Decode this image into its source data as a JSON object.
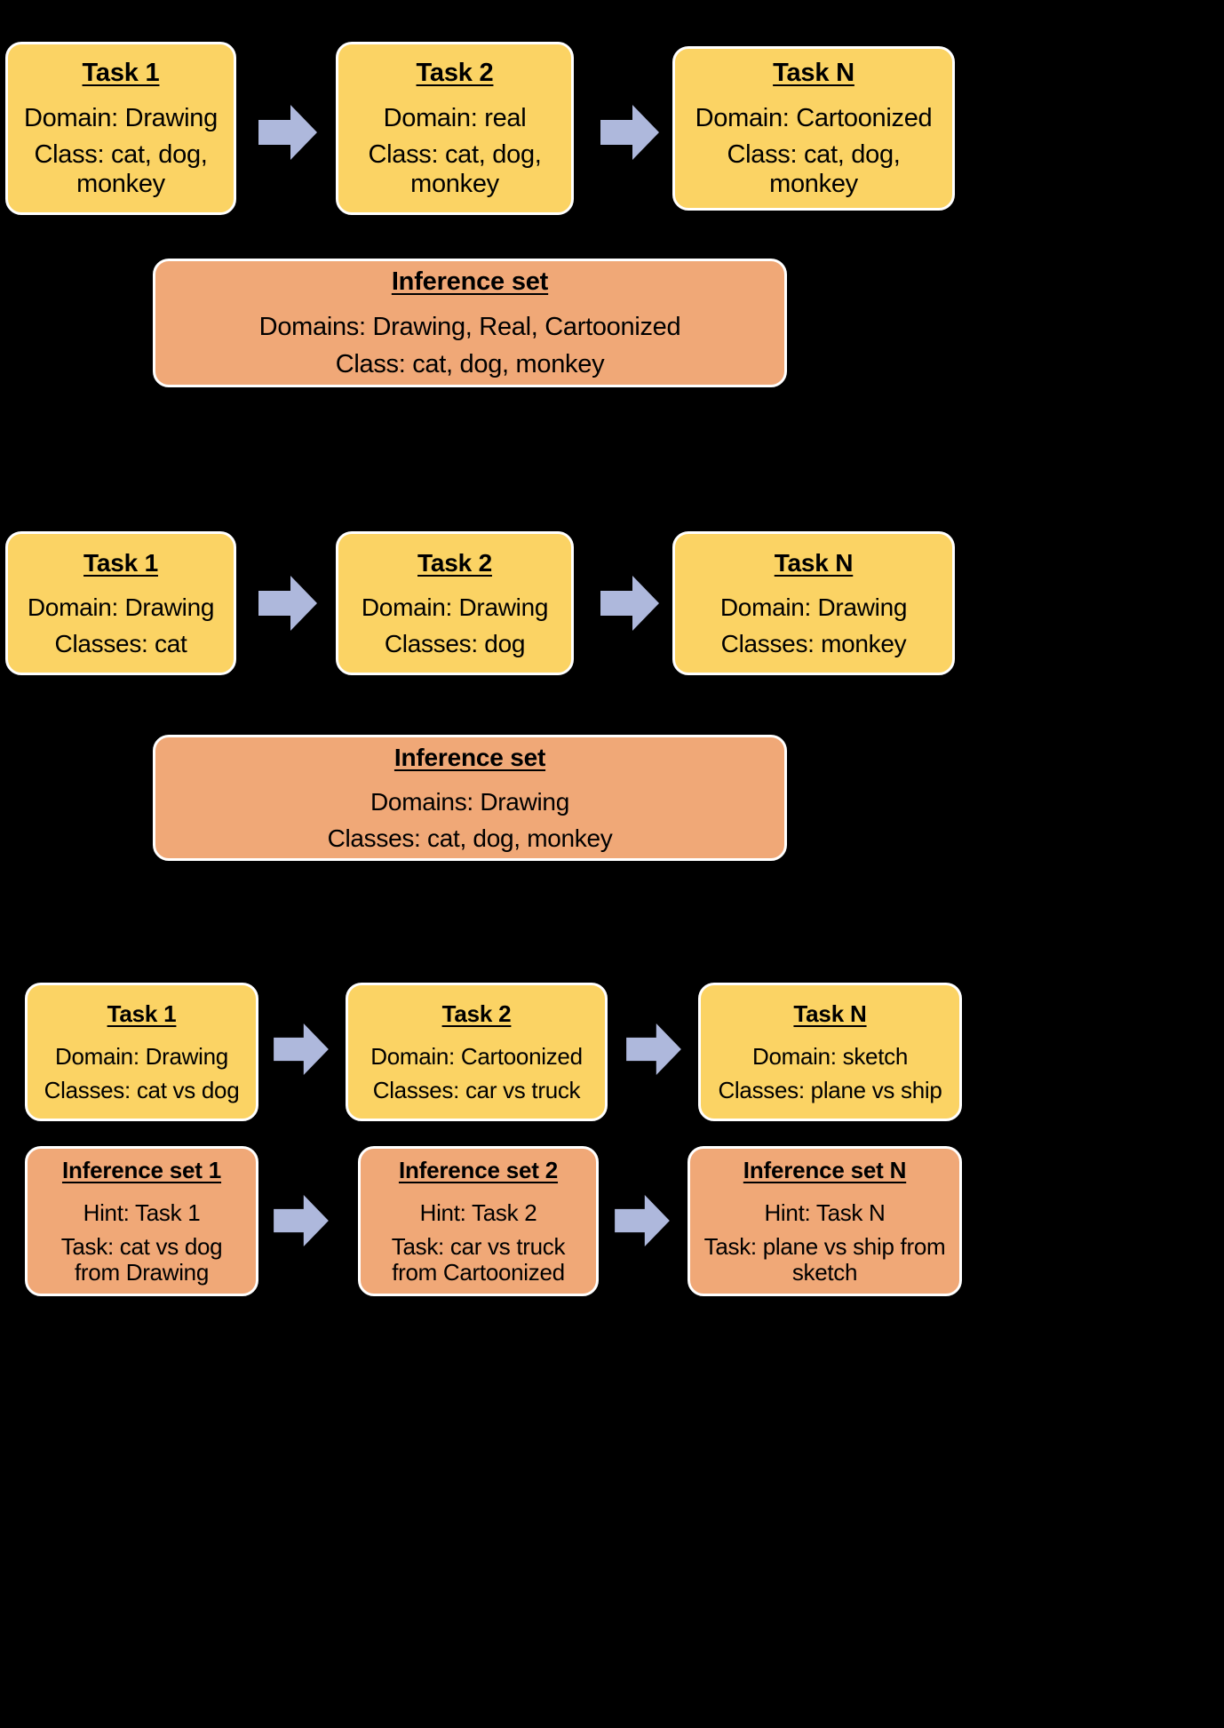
{
  "theme": {
    "background": "#000000",
    "task_box_color": "#FBD364",
    "inference_box_color": "#F0A877",
    "box_border_color": "#FFFFFF",
    "arrow_color": "#AEB8DC",
    "text_color": "#000000"
  },
  "sections": [
    {
      "id": "section-domain-incremental",
      "tasks": [
        {
          "title": "Task 1",
          "lines": [
            "Domain: Drawing",
            "Class: cat, dog, monkey"
          ]
        },
        {
          "title": "Task 2",
          "lines": [
            "Domain: real",
            "Class: cat, dog, monkey"
          ]
        },
        {
          "title": "Task N",
          "lines": [
            "Domain: Cartoonized",
            "Class: cat, dog, monkey"
          ]
        }
      ],
      "inference": {
        "title": "Inference set",
        "lines": [
          "Domains: Drawing, Real, Cartoonized",
          "Class: cat, dog, monkey"
        ]
      },
      "arrows": [
        "arrow-right-icon",
        "arrow-right-icon"
      ]
    },
    {
      "id": "section-class-incremental",
      "tasks": [
        {
          "title": "Task 1",
          "lines": [
            "Domain: Drawing",
            "Classes: cat"
          ]
        },
        {
          "title": "Task 2",
          "lines": [
            "Domain: Drawing",
            "Classes: dog"
          ]
        },
        {
          "title": "Task N",
          "lines": [
            "Domain: Drawing",
            "Classes: monkey"
          ]
        }
      ],
      "inference": {
        "title": "Inference set",
        "lines": [
          "Domains: Drawing",
          "Classes: cat, dog, monkey"
        ]
      },
      "arrows": [
        "arrow-right-icon",
        "arrow-right-icon"
      ]
    },
    {
      "id": "section-task-incremental",
      "tasks": [
        {
          "title": "Task 1",
          "lines": [
            "Domain: Drawing",
            "Classes: cat vs dog"
          ]
        },
        {
          "title": "Task 2",
          "lines": [
            "Domain: Cartoonized",
            "Classes: car vs truck"
          ]
        },
        {
          "title": "Task N",
          "lines": [
            "Domain: sketch",
            "Classes: plane vs ship"
          ]
        }
      ],
      "inferences": [
        {
          "title": "Inference set 1",
          "lines": [
            "Hint: Task 1",
            "Task: cat vs dog from Drawing"
          ]
        },
        {
          "title": "Inference set 2",
          "lines": [
            "Hint: Task 2",
            "Task: car vs truck from Cartoonized"
          ]
        },
        {
          "title": "Inference set N",
          "lines": [
            "Hint: Task N",
            "Task: plane vs ship from sketch"
          ]
        }
      ],
      "arrows": [
        "arrow-right-icon",
        "arrow-right-icon",
        "arrow-right-icon",
        "arrow-right-icon"
      ]
    }
  ]
}
